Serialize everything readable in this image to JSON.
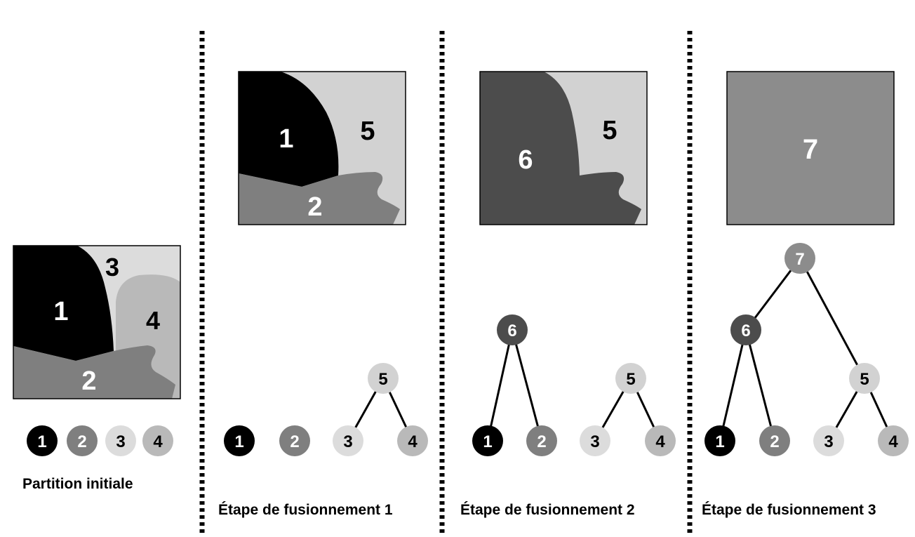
{
  "panels": [
    {
      "caption": "Partition initiale",
      "region_labels": [
        "1",
        "2",
        "3",
        "4"
      ],
      "nodes": [
        "1",
        "2",
        "3",
        "4"
      ]
    },
    {
      "caption": "Étape de fusionnement 1",
      "region_labels": [
        "1",
        "5",
        "2"
      ],
      "nodes": [
        "1",
        "2",
        "3",
        "4",
        "5"
      ]
    },
    {
      "caption": "Étape de fusionnement 2",
      "region_labels": [
        "6",
        "5"
      ],
      "nodes": [
        "1",
        "2",
        "3",
        "4",
        "5",
        "6"
      ]
    },
    {
      "caption": "Étape de fusionnement 3",
      "region_labels": [
        "7"
      ],
      "nodes": [
        "1",
        "2",
        "3",
        "4",
        "5",
        "6",
        "7"
      ]
    }
  ],
  "colors": {
    "region_1": "#000000",
    "region_2": "#7f7f7f",
    "region_3": "#dcdcdc",
    "region_4": "#b9b9b9",
    "region_5": "#d2d2d2",
    "region_6": "#4c4c4c",
    "region_7": "#8c8c8c"
  }
}
